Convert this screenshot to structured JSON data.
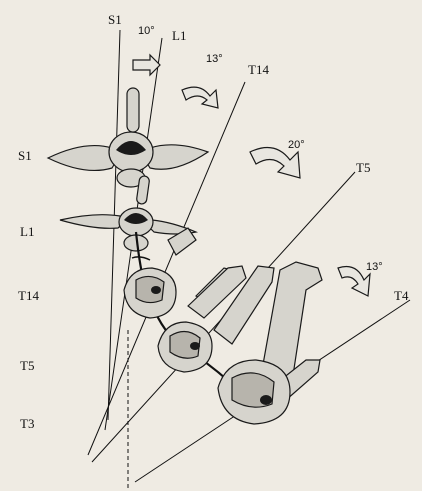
{
  "figure": {
    "vertebra_labels": {
      "top_s1": "S1",
      "top_l1": "L1",
      "left_s1": "S1",
      "left_l1": "L1",
      "left_t14": "T14",
      "left_t5": "T5",
      "left_t3": "T3",
      "right_t14": "T14",
      "right_t5": "T5",
      "right_t4": "T4"
    },
    "angles": {
      "s1_l1": "10°",
      "l1_t14": "13°",
      "t14_t5": "20°",
      "t5_t4": "13°"
    }
  }
}
